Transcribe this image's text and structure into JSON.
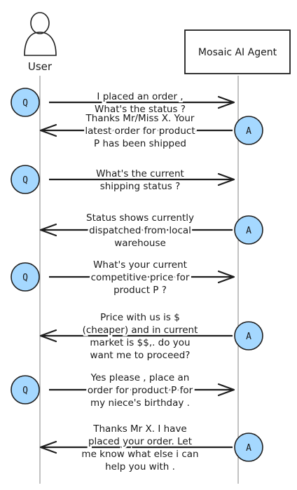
{
  "actors": {
    "user": {
      "label": "User"
    },
    "agent": {
      "label": "Mosaic AI Agent"
    }
  },
  "markers": {
    "question": "Q",
    "answer": "A"
  },
  "colors": {
    "node_fill": "#a5d8ff",
    "stroke": "#1e1e1e"
  },
  "messages": [
    {
      "from": "user",
      "lines": [
        "I placed an order ,",
        "What's the status ?"
      ]
    },
    {
      "from": "agent",
      "lines": [
        "Thanks Mr/Miss X. Your",
        "latest order for product",
        "P has been shipped"
      ]
    },
    {
      "from": "user",
      "lines": [
        "What's the current",
        "shipping status ?"
      ]
    },
    {
      "from": "agent",
      "lines": [
        "Status shows currently",
        "dispatched from local",
        "warehouse"
      ]
    },
    {
      "from": "user",
      "lines": [
        "What's your current",
        "competitive price for",
        "product P ?"
      ]
    },
    {
      "from": "agent",
      "lines": [
        "Price with us is $",
        "(cheaper) and in current",
        "market is $$,. do you",
        "want me to proceed?"
      ]
    },
    {
      "from": "user",
      "lines": [
        "Yes please , place an",
        "order for product P for",
        "my niece's birthday ."
      ]
    },
    {
      "from": "agent",
      "lines": [
        "Thanks Mr X. I have",
        "placed your order. Let",
        "me know what else i can",
        "help you with ."
      ]
    }
  ]
}
